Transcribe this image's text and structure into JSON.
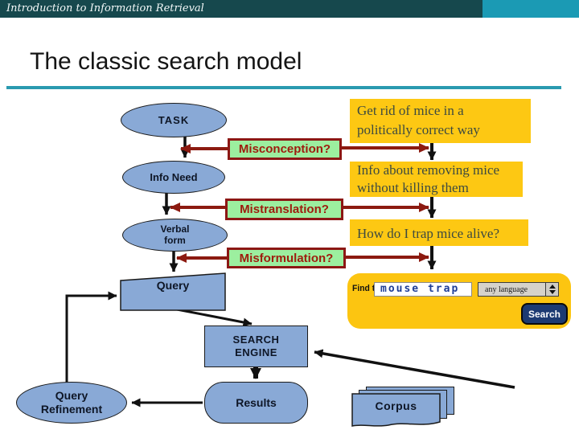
{
  "header": {
    "title": "Introduction to Information Retrieval"
  },
  "slide": {
    "title": "The classic search model"
  },
  "flow": {
    "task": "TASK",
    "info_need": "Info Need",
    "verbal_form_line1": "Verbal",
    "verbal_form_line2": "form",
    "query": "Query",
    "search_engine_line1": "SEARCH",
    "search_engine_line2": "ENGINE",
    "results": "Results",
    "query_refinement_line1": "Query",
    "query_refinement_line2": "Refinement",
    "corpus": "Corpus"
  },
  "issues": {
    "misconception": "Misconception?",
    "mistranslation": "Mistranslation?",
    "misformulation": "Misformulation?"
  },
  "notes": {
    "note1_line1": "Get rid of mice in a",
    "note1_line2": "politically correct way",
    "note2_line1": "Info about removing mice",
    "note2_line2": "without killing them",
    "note3": "How do I trap mice alive?"
  },
  "search_widget": {
    "label": "Find this:",
    "query_value": "mouse trap",
    "language_option": "any language",
    "button": "Search"
  },
  "colors": {
    "header_dark_teal": "#16484d",
    "header_light_teal": "#1b9ab4",
    "title_rule_teal": "#2a9ab0",
    "shape_blue": "#89a9d6",
    "issue_green": "#9cef9f",
    "issue_maroon": "#8c1714",
    "note_yellow": "#fdc813",
    "search_button_navy": "#1c3a72",
    "arrow_black": "#111111",
    "arrow_maroon": "#8c1a10"
  }
}
